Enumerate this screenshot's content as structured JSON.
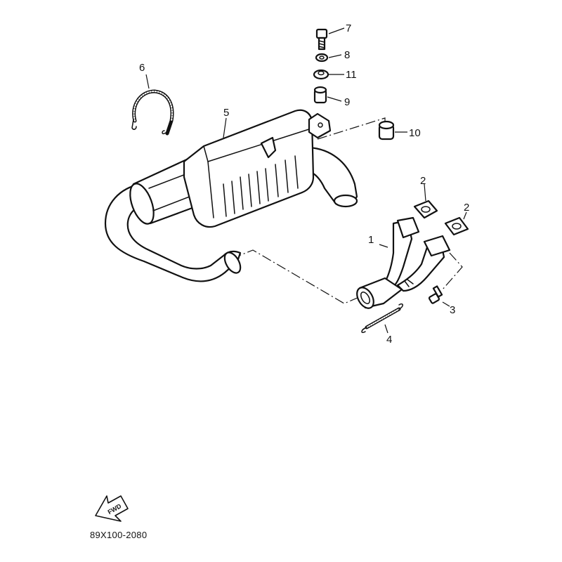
{
  "diagram": {
    "drawing_code": "89X100-2080",
    "direction_arrow": "FWD",
    "callouts": [
      "1",
      "2",
      "2",
      "3",
      "4",
      "5",
      "6",
      "7",
      "8",
      "9",
      "10",
      "11"
    ]
  }
}
